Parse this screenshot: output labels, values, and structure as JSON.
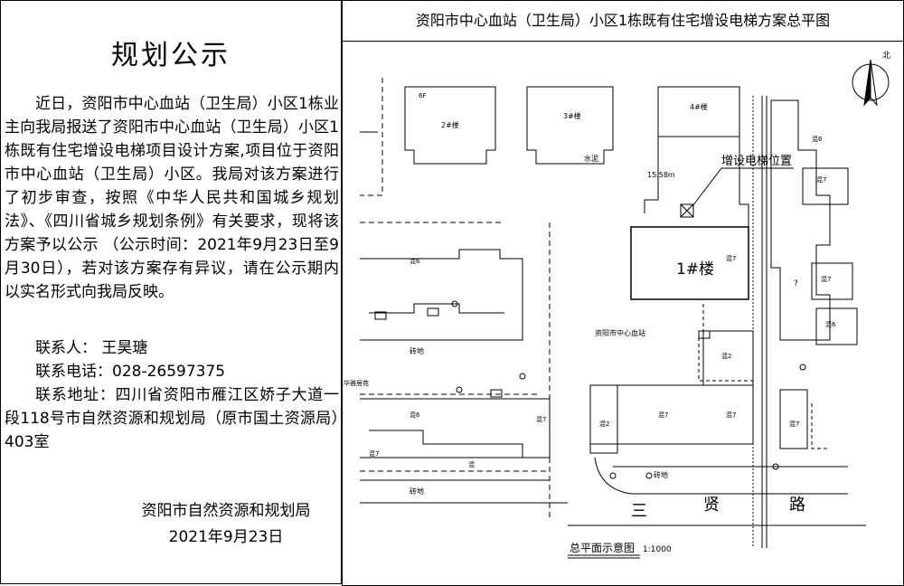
{
  "notice": {
    "title": "规划公示",
    "body": "近日，资阳市中心血站（卫生局）小区1栋业主向我局报送了资阳市中心血站（卫生局）小区1栋既有住宅增设电梯项目设计方案,项目位于资阳市中心血站（卫生局）小区。我局对该方案进行了初步审查，按照《中华人民共和国城乡规划法》、《四川省城乡规划条例》有关要求，现将该方案予以公示 （公示时间：2021年9月23日至9月30日），若对该方案存有异议，请在公示期内以实名形式向我局反映。",
    "contact_person": "联系人：  王昊瑭",
    "contact_phone": "联系电话：028-26597375",
    "contact_address": "联系地址：四川省资阳市雁江区娇子大道一段118号市自然资源和规划局（原市国土资源局）403室",
    "signature_org": "资阳市自然资源和规划局",
    "signature_date": "2021年9月23日"
  },
  "plan": {
    "title": "资阳市中心血站（卫生局）小区1栋既有住宅增设电梯方案总平图",
    "north": "北",
    "building_main": "1#楼",
    "elevator_callout": "增设电梯位置",
    "height_label": "15.58m",
    "building_2": "2#楼",
    "building_3": "3#楼",
    "building_4": "4#楼",
    "floor_6f": "6F",
    "concrete": "水泥",
    "brick": "砖地",
    "site_name": "资阳市中心血站",
    "neighbor": "嘉华雅居苑",
    "road": [
      "三",
      "贤",
      "路"
    ],
    "caption": "总平面示意图",
    "scale": "1:1000",
    "mix7": "混7",
    "mix6": "混6",
    "mix2": "混2",
    "mix": "混",
    "question": "?"
  }
}
